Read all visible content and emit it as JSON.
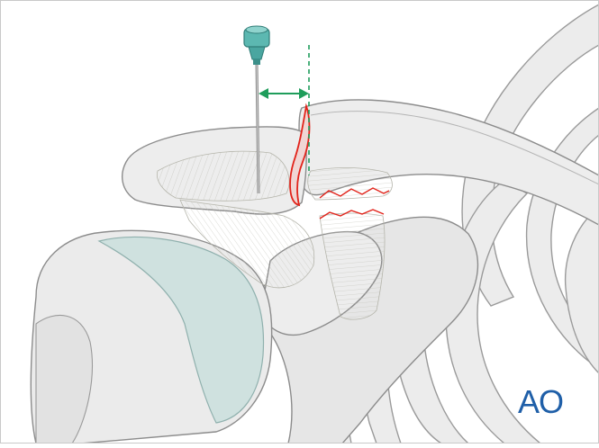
{
  "figure": {
    "subject": "shoulder",
    "colors": {
      "bone_fill": "#e9e9e9",
      "bone_stroke": "#8c8c8c",
      "cartilage_fill": "#cfe1df",
      "ligament_fill": "#f4f4f0",
      "fracture_red": "#e2231a",
      "guide_green": "#1f9d5b",
      "needle_hub": "#4aa6a0",
      "logo_blue": "#1f5fa8"
    },
    "icons": [
      "needle-icon",
      "double-arrow-icon",
      "dashed-guide-line",
      "fracture-line"
    ]
  },
  "logo": {
    "text": "AO"
  }
}
